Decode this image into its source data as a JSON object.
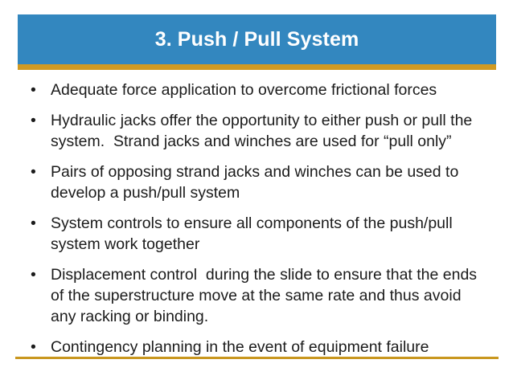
{
  "slide": {
    "title": "3. Push / Pull System",
    "bullet_marker": "•",
    "colors": {
      "banner_blue": "#3387bf",
      "accent_gold": "#d09a22",
      "bottom_rule_gold": "#c9971f",
      "title_text": "#ffffff",
      "body_text": "#1b1b1b",
      "background": "#ffffff"
    },
    "bullets": [
      {
        "text": "Adequate force application to overcome frictional forces"
      },
      {
        "text": "Hydraulic jacks offer the opportunity to either push or pull the system.  Strand jacks and winches are used for “pull only”"
      },
      {
        "text": "Pairs of opposing strand jacks and winches can be used to develop a push/pull system"
      },
      {
        "text": "System controls to ensure all components of the push/pull system work together"
      },
      {
        "text": "Displacement control  during the slide to ensure that the ends of the superstructure move at the same rate and thus avoid any racking or binding."
      },
      {
        "text": "Contingency planning in the event of equipment failure"
      }
    ]
  }
}
